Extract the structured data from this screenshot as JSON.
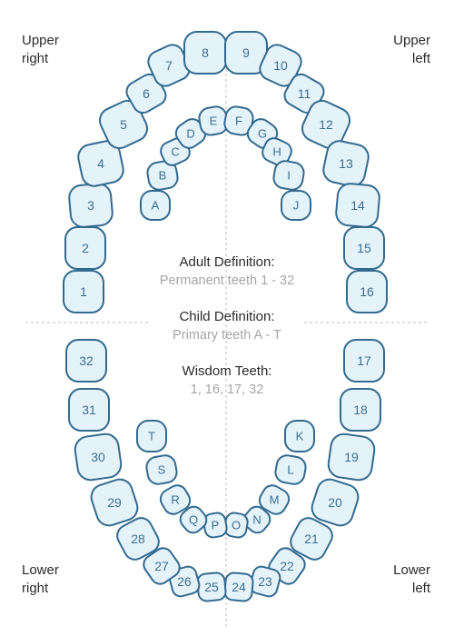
{
  "quadrants": {
    "upper_right": [
      "Upper",
      "right"
    ],
    "upper_left": [
      "Upper",
      "left"
    ],
    "lower_right": [
      "Lower",
      "right"
    ],
    "lower_left": [
      "Lower",
      "left"
    ]
  },
  "definitions": {
    "adult": {
      "title": "Adult Definition:",
      "value": "Permanent teeth 1 - 32"
    },
    "child": {
      "title": "Child Definition:",
      "value": "Primary teeth A - T"
    },
    "wisdom": {
      "title": "Wisdom Teeth:",
      "value": "1, 16, 17, 32"
    }
  },
  "adult_teeth": [
    "1",
    "2",
    "3",
    "4",
    "5",
    "6",
    "7",
    "8",
    "9",
    "10",
    "11",
    "12",
    "13",
    "14",
    "15",
    "16",
    "17",
    "18",
    "19",
    "20",
    "21",
    "22",
    "23",
    "24",
    "25",
    "26",
    "27",
    "28",
    "29",
    "30",
    "31",
    "32"
  ],
  "child_teeth": [
    "A",
    "B",
    "C",
    "D",
    "E",
    "F",
    "G",
    "H",
    "I",
    "J",
    "K",
    "L",
    "M",
    "N",
    "O",
    "P",
    "Q",
    "R",
    "S",
    "T"
  ],
  "colors": {
    "tooth_fill": "#e4f2fa",
    "tooth_stroke": "#336a8f",
    "label": "#3c6f91",
    "muted_text": "#a6a6a6",
    "divider": "#c9c9c9"
  }
}
